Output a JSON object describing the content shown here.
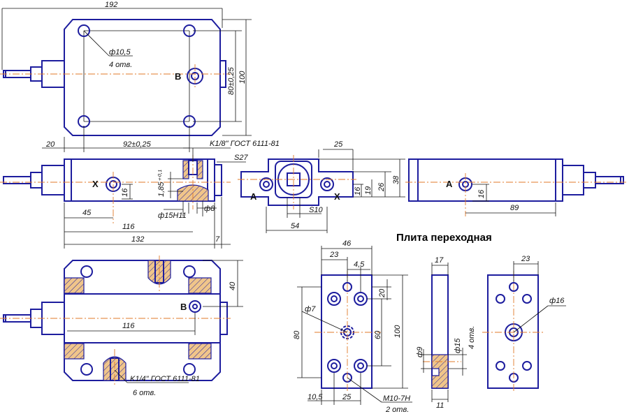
{
  "title": "Плита переходная",
  "top_view": {
    "dim_width": "192",
    "hole_dia": "ф10,5",
    "hole_count": "4 отв.",
    "port_b": "B",
    "dim_holes_v": "80±0,25",
    "dim_height": "100",
    "dim_offset": "20",
    "dim_holes_h": "92±0,25"
  },
  "front_view": {
    "port_x": "X",
    "dim_port_h": "16",
    "dim_45": "45",
    "dim_116": "116",
    "dim_132": "132",
    "dim_7": "7",
    "thread_note": "K1/8\" ГОСТ 6111-81",
    "key_size": "S27",
    "dim_185": "1,85⁺⁰·¹",
    "bore": "ф15H11",
    "dim_8": "ф8"
  },
  "side_view": {
    "dim_25": "25",
    "port_a": "A",
    "port_x": "X",
    "dim_16": "16",
    "dim_19": "19",
    "dim_26": "26",
    "dim_38": "38",
    "key_s10": "S10",
    "dim_54": "54"
  },
  "right_view": {
    "port_a": "A",
    "dim_16": "16",
    "dim_89": "89"
  },
  "bottom_view": {
    "dim_40": "40",
    "port_b": "B",
    "dim_116": "116",
    "thread_note": "K1/4\" ГОСТ 6111-81",
    "count": "6 отв."
  },
  "plate_front": {
    "dim_46": "46",
    "dim_23": "23",
    "dim_45": "4,5",
    "dim_20": "20",
    "dim_d7": "ф7",
    "dim_80": "80",
    "dim_60": "60",
    "dim_100": "100",
    "dim_105": "10,5",
    "dim_25": "25",
    "thread": "M10-7H",
    "count": "2 отв."
  },
  "plate_side": {
    "dim_17": "17",
    "dim_d9": "ф9",
    "dim_d15": "ф15",
    "count": "4 отв.",
    "dim_11": "11"
  },
  "plate_back": {
    "dim_23": "23",
    "dim_d16": "ф16"
  }
}
